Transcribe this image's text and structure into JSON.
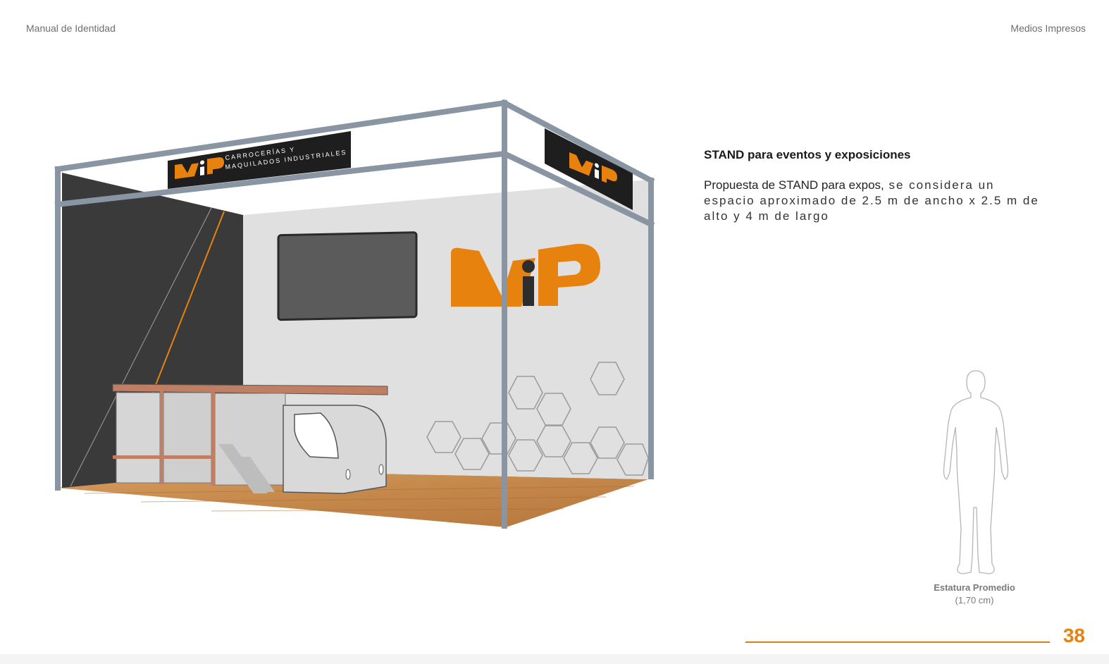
{
  "header": {
    "left": "Manual de Identidad",
    "right": "Medios Impresos"
  },
  "content": {
    "heading": "STAND para eventos y exposiciones",
    "body_lead": "Propuesta de STAND para expos,",
    "body_rest": " se considera un espacio aproximado de 2.5 m de ancho x 2.5 m de alto y 4 m de largo"
  },
  "illustration": {
    "banner_line1": "CARROCERÍAS Y",
    "banner_line2": "MAQUILADOS INDUSTRIALES",
    "logo_text": "MiP"
  },
  "figure": {
    "caption_title": "Estatura Promedio",
    "caption_sub": "(1,70 cm)"
  },
  "page_number": "38",
  "colors": {
    "accent": "#e8820f",
    "frame": "#8a95a3",
    "dark_wall": "#3a3a3a",
    "light_wall": "#e2e2e2",
    "floor": "#c98b4e"
  }
}
